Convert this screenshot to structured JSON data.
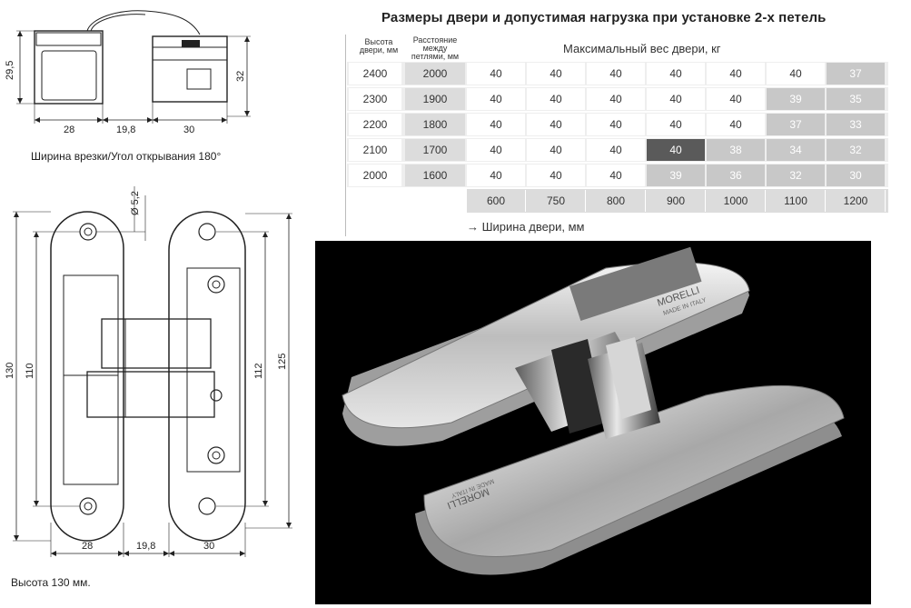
{
  "top_view": {
    "dim_height_left": "29,5",
    "dim_height_right": "32",
    "dim_w1": "28",
    "dim_w2": "19,8",
    "dim_w3": "30",
    "caption": "Ширина врезки/Угол открывания 180°"
  },
  "front_view": {
    "dim_hole": "Ø 5,2",
    "dim_130": "130",
    "dim_110": "110",
    "dim_112": "112",
    "dim_125": "125",
    "dim_w1": "28",
    "dim_w2": "19,8",
    "dim_w3": "30",
    "caption": "Высота 130 мм."
  },
  "table": {
    "title": "Размеры двери и допустимая нагрузка при установке 2-х петель",
    "col_height_header": "Высота двери, мм",
    "col_distance_header": "Расстояние между петлями, мм",
    "weight_header": "Максимальный вес двери, кг",
    "width_footer": "→ Ширина двери, мм",
    "widths": [
      "600",
      "750",
      "800",
      "900",
      "1000",
      "1100",
      "1200"
    ],
    "rows": [
      {
        "height": "2400",
        "distance": "2000",
        "values": [
          "40",
          "40",
          "40",
          "40",
          "40",
          "40",
          "37"
        ],
        "shade": [
          0,
          0,
          0,
          0,
          0,
          0,
          1
        ]
      },
      {
        "height": "2300",
        "distance": "1900",
        "values": [
          "40",
          "40",
          "40",
          "40",
          "40",
          "39",
          "35"
        ],
        "shade": [
          0,
          0,
          0,
          0,
          0,
          1,
          1
        ]
      },
      {
        "height": "2200",
        "distance": "1800",
        "values": [
          "40",
          "40",
          "40",
          "40",
          "40",
          "37",
          "33"
        ],
        "shade": [
          0,
          0,
          0,
          0,
          0,
          1,
          1
        ]
      },
      {
        "height": "2100",
        "distance": "1700",
        "values": [
          "40",
          "40",
          "40",
          "40",
          "38",
          "34",
          "32"
        ],
        "shade": [
          0,
          0,
          0,
          2,
          1,
          1,
          1
        ]
      },
      {
        "height": "2000",
        "distance": "1600",
        "values": [
          "40",
          "40",
          "40",
          "39",
          "36",
          "32",
          "30"
        ],
        "shade": [
          0,
          0,
          0,
          1,
          1,
          1,
          1
        ]
      }
    ],
    "shade_colors": [
      "#ffffff",
      "#c8c8c8",
      "#5a5a5a"
    ]
  },
  "photo": {
    "brand": "MORELLI",
    "made_in": "MADE IN ITALY"
  }
}
